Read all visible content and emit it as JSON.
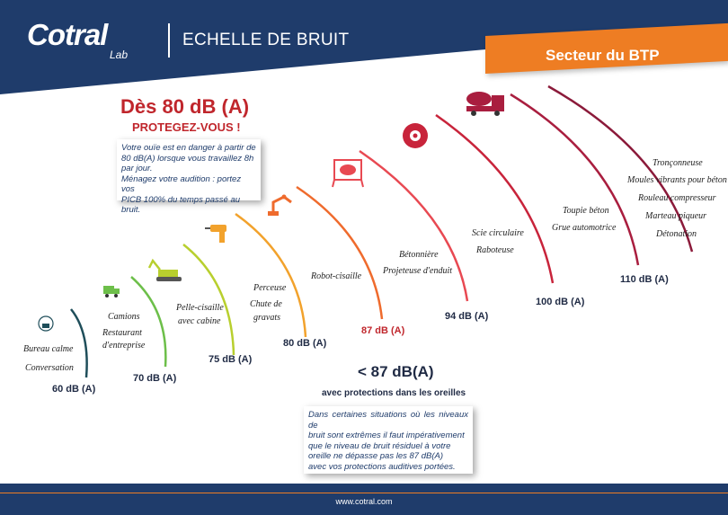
{
  "header": {
    "logo_text": "Cotral",
    "logo_sub": "Lab",
    "title": "ECHELLE DE BRUIT",
    "sector_banner": "Secteur du BTP"
  },
  "danger": {
    "title": "Dès 80 dB (A)",
    "subtitle": "PROTEGEZ-VOUS !",
    "box_lines": [
      "Votre ouïe est en danger à partir de",
      "80 dB(A) lorsque vous travaillez 8h",
      "par jour.",
      "Ménagez votre audition : portez vos",
      "PICB 100% du temps passé au bruit."
    ]
  },
  "levels": [
    {
      "db": "60 dB (A)",
      "color": "#1f4e5a",
      "labels": [
        "Bureau calme",
        "Conversation"
      ]
    },
    {
      "db": "70 dB (A)",
      "color": "#6dbf4a",
      "labels": [
        "Camions",
        "Restaurant",
        "d'entreprise"
      ]
    },
    {
      "db": "75 dB (A)",
      "color": "#b8cf2e",
      "labels": [
        "Pelle-cisaille",
        "avec cabine"
      ]
    },
    {
      "db": "80 dB (A)",
      "color": "#f2a22c",
      "labels": [
        "Perceuse",
        "Chute de",
        "gravats"
      ]
    },
    {
      "db": "87 dB (A)",
      "color": "#ef6b2d",
      "labels": [
        "Robot-cisaille"
      ]
    },
    {
      "db": "94 dB (A)",
      "color": "#e84952",
      "labels": [
        "Bétonnière",
        "Projeteuse d'enduit"
      ]
    },
    {
      "db": "100 dB (A)",
      "color": "#c8243b",
      "labels": [
        "Scie circulaire",
        "Raboteuse"
      ]
    },
    {
      "db": "110 dB (A)",
      "color": "#a91e3f",
      "labels": [
        "Toupie béton",
        "Grue automotrice"
      ]
    },
    {
      "db": "",
      "color": "#8b1a3a",
      "labels": [
        "Tronçonneuse",
        "Moules vibrants pour béton",
        "Rouleau compresseur",
        "Marteau piqueur",
        "Détonation"
      ]
    }
  ],
  "protection": {
    "title": "< 87 dB(A)",
    "subtitle": "avec protections dans les oreilles",
    "box_lines": [
      "Dans certaines situations où les niveaux de",
      "bruit sont extrêmes il faut impérativement",
      "que le niveau de bruit résiduel à votre",
      "oreille ne dépasse pas les 87 dB(A)",
      "avec vos protections auditives portées."
    ]
  },
  "footer": {
    "url": "www.cotral.com"
  },
  "colors": {
    "navy": "#1f3c6b",
    "orange": "#ee7d23",
    "red": "#c0262c"
  }
}
